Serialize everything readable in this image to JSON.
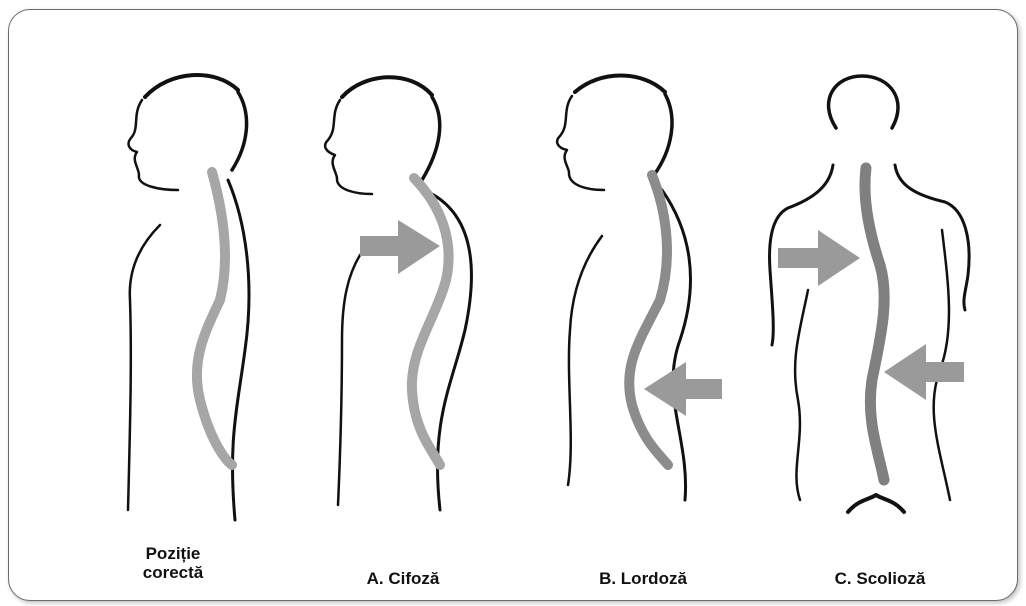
{
  "figures": [
    {
      "id": "correct",
      "caption": "Poziție corectă"
    },
    {
      "id": "kyphosis",
      "caption": "A. Cifoză"
    },
    {
      "id": "lordosis",
      "caption": "B. Lordoză"
    },
    {
      "id": "scoliosis",
      "caption": "C. Scolioză"
    }
  ],
  "colors": {
    "outline": "#111111",
    "spine_light": "#a6a6a6",
    "spine_dark": "#808080",
    "arrow": "#9a9a9a",
    "frame": "#6b6b6b"
  }
}
